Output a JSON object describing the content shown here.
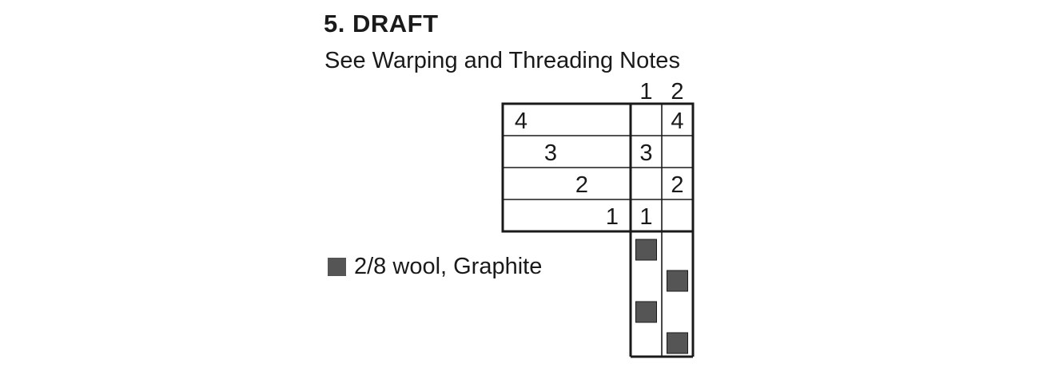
{
  "title": "5. DRAFT",
  "subtitle": "See Warping and Threading Notes",
  "legend": {
    "label": "2/8 wool, Graphite",
    "color": "#555555"
  },
  "tieup_columns": [
    "1",
    "2"
  ],
  "threading": [
    {
      "shaft": "4",
      "position": 1
    },
    {
      "shaft": "3",
      "position": 2
    },
    {
      "shaft": "2",
      "position": 3
    },
    {
      "shaft": "1",
      "position": 4
    }
  ],
  "tieup": [
    [
      "",
      "4"
    ],
    [
      "3",
      ""
    ],
    [
      "",
      "2"
    ],
    [
      "1",
      ""
    ]
  ],
  "treadling": [
    1,
    2,
    1,
    2
  ]
}
